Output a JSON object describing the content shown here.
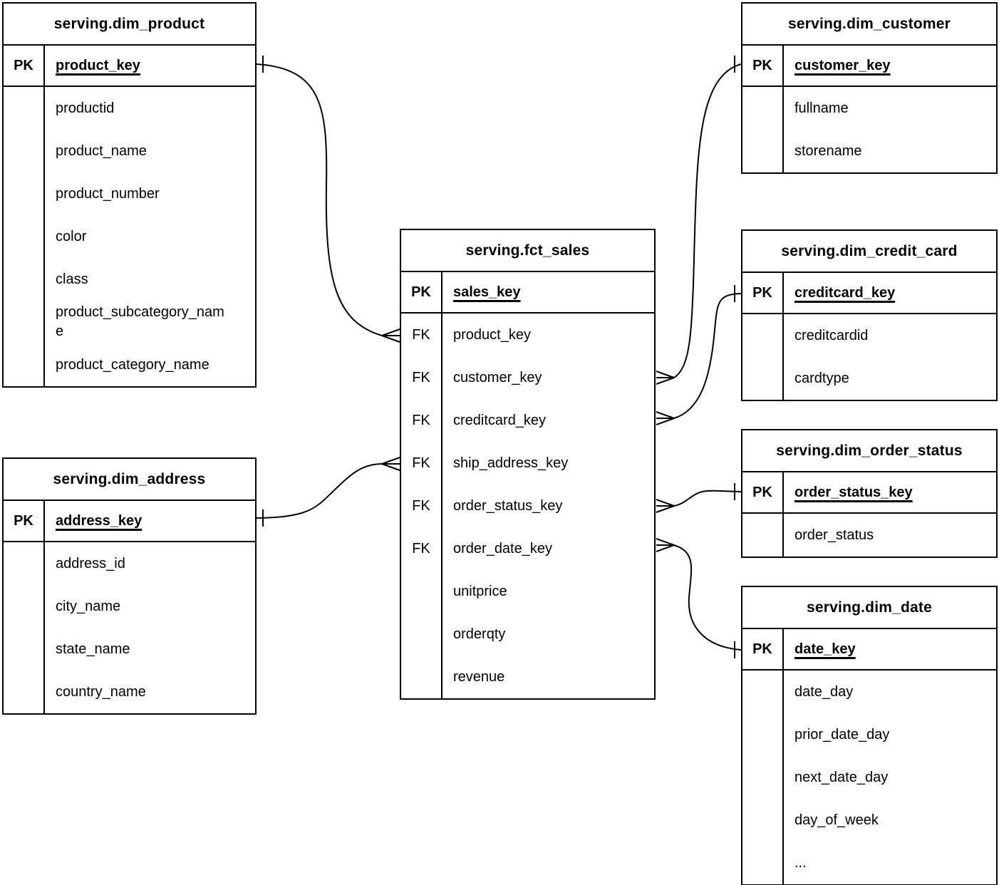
{
  "colors": {
    "line": "#000000",
    "background": "#ffffff",
    "text": "#000000"
  },
  "tables": [
    {
      "id": "dim_product",
      "title": "serving.dim_product",
      "pk": {
        "label": "PK",
        "field": "product_key"
      },
      "fields": [
        {
          "key": "",
          "name": "productid"
        },
        {
          "key": "",
          "name": "product_name"
        },
        {
          "key": "",
          "name": "product_number"
        },
        {
          "key": "",
          "name": "color"
        },
        {
          "key": "",
          "name": "class"
        },
        {
          "key": "",
          "name": "product_subcategory_name"
        },
        {
          "key": "",
          "name": "product_category_name"
        }
      ]
    },
    {
      "id": "dim_customer",
      "title": "serving.dim_customer",
      "pk": {
        "label": "PK",
        "field": "customer_key"
      },
      "fields": [
        {
          "key": "",
          "name": "fullname"
        },
        {
          "key": "",
          "name": "storename"
        }
      ]
    },
    {
      "id": "fct_sales",
      "title": "serving.fct_sales",
      "pk": {
        "label": "PK",
        "field": "sales_key"
      },
      "fields": [
        {
          "key": "FK",
          "name": "product_key"
        },
        {
          "key": "FK",
          "name": "customer_key"
        },
        {
          "key": "FK",
          "name": "creditcard_key"
        },
        {
          "key": "FK",
          "name": "ship_address_key"
        },
        {
          "key": "FK",
          "name": "order_status_key"
        },
        {
          "key": "FK",
          "name": "order_date_key"
        },
        {
          "key": "",
          "name": "unitprice"
        },
        {
          "key": "",
          "name": "orderqty"
        },
        {
          "key": "",
          "name": "revenue"
        }
      ]
    },
    {
      "id": "dim_credit_card",
      "title": "serving.dim_credit_card",
      "pk": {
        "label": "PK",
        "field": "creditcard_key"
      },
      "fields": [
        {
          "key": "",
          "name": "creditcardid"
        },
        {
          "key": "",
          "name": "cardtype"
        }
      ]
    },
    {
      "id": "dim_order_status",
      "title": "serving.dim_order_status",
      "pk": {
        "label": "PK",
        "field": "order_status_key"
      },
      "fields": [
        {
          "key": "",
          "name": "order_status"
        }
      ]
    },
    {
      "id": "dim_date",
      "title": "serving.dim_date",
      "pk": {
        "label": "PK",
        "field": "date_key"
      },
      "fields": [
        {
          "key": "",
          "name": "date_day"
        },
        {
          "key": "",
          "name": "prior_date_day"
        },
        {
          "key": "",
          "name": "next_date_day"
        },
        {
          "key": "",
          "name": "day_of_week"
        },
        {
          "key": "",
          "name": "..."
        }
      ]
    },
    {
      "id": "dim_address",
      "title": "serving.dim_address",
      "pk": {
        "label": "PK",
        "field": "address_key"
      },
      "fields": [
        {
          "key": "",
          "name": "address_id"
        },
        {
          "key": "",
          "name": "city_name"
        },
        {
          "key": "",
          "name": "state_name"
        },
        {
          "key": "",
          "name": "country_name"
        }
      ]
    }
  ],
  "relationships": [
    {
      "from_table": "serving.fct_sales",
      "from_field": "product_key",
      "from_cardinality": "many",
      "to_table": "serving.dim_product",
      "to_field": "product_key",
      "to_cardinality": "one"
    },
    {
      "from_table": "serving.fct_sales",
      "from_field": "customer_key",
      "from_cardinality": "many",
      "to_table": "serving.dim_customer",
      "to_field": "customer_key",
      "to_cardinality": "one"
    },
    {
      "from_table": "serving.fct_sales",
      "from_field": "creditcard_key",
      "from_cardinality": "many",
      "to_table": "serving.dim_credit_card",
      "to_field": "creditcard_key",
      "to_cardinality": "one"
    },
    {
      "from_table": "serving.fct_sales",
      "from_field": "ship_address_key",
      "from_cardinality": "many",
      "to_table": "serving.dim_address",
      "to_field": "address_key",
      "to_cardinality": "one"
    },
    {
      "from_table": "serving.fct_sales",
      "from_field": "order_status_key",
      "from_cardinality": "many",
      "to_table": "serving.dim_order_status",
      "to_field": "order_status_key",
      "to_cardinality": "one"
    },
    {
      "from_table": "serving.fct_sales",
      "from_field": "order_date_key",
      "from_cardinality": "many",
      "to_table": "serving.dim_date",
      "to_field": "date_key",
      "to_cardinality": "one"
    }
  ]
}
